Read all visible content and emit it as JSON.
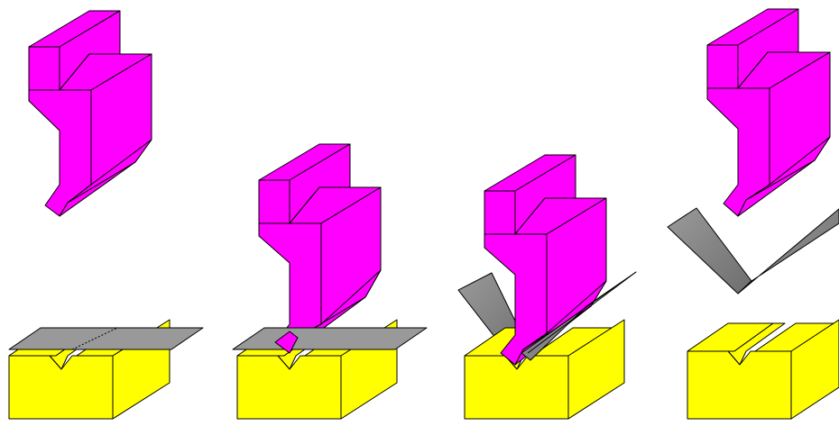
{
  "colors": {
    "punch": "#ff00ff",
    "die": "#ffff00",
    "sheet": "#999999",
    "sheet_dark": "#7f7f7f",
    "outline": "#000000",
    "background": "#ffffff"
  },
  "stages": [
    {
      "name": "stage-1",
      "description_hidden": true
    },
    {
      "name": "stage-2",
      "description_hidden": true
    },
    {
      "name": "stage-3",
      "description_hidden": true
    },
    {
      "name": "stage-4",
      "description_hidden": true
    }
  ]
}
